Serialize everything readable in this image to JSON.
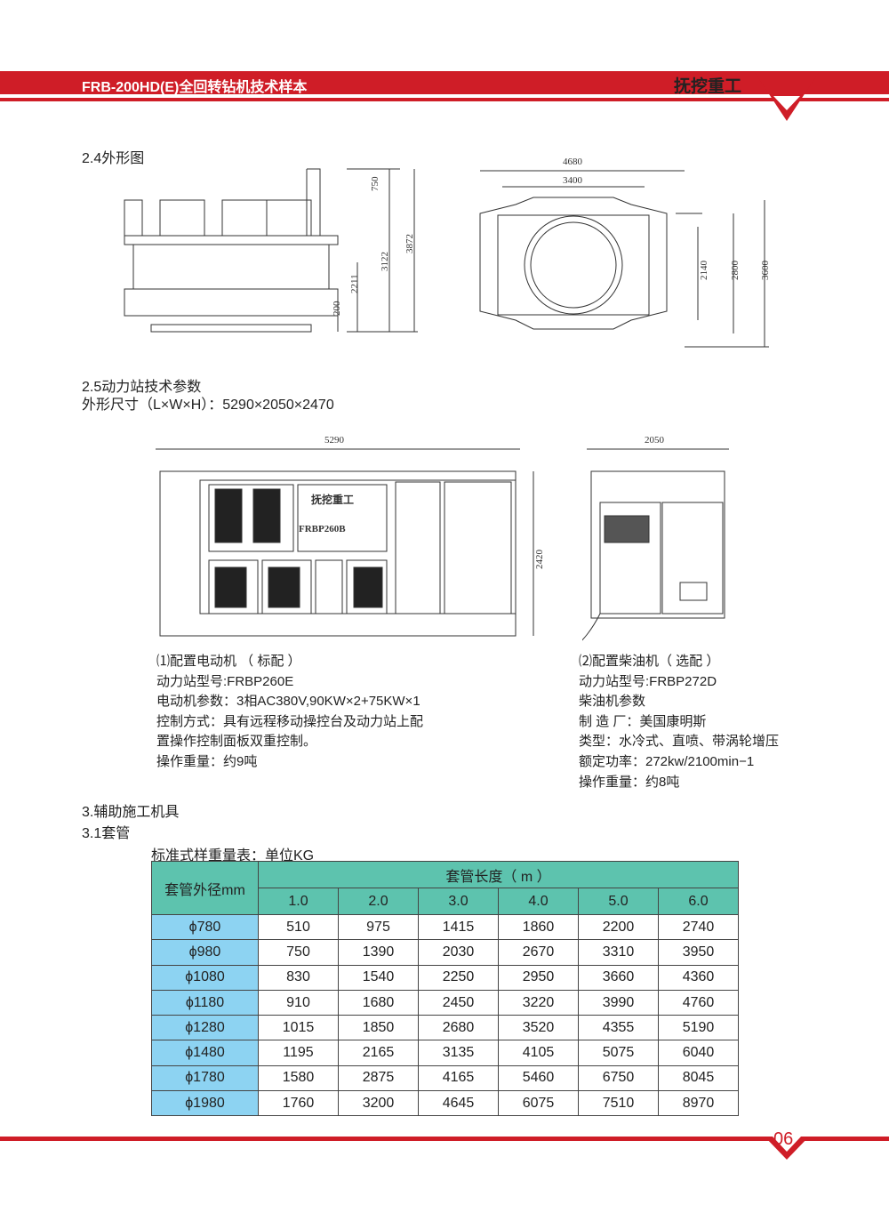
{
  "header": {
    "title": "FRB-200HD(E)全回转钻机技术样本",
    "logo": "抚挖重工"
  },
  "s24": {
    "title": "2.4外形图",
    "dims_side": [
      "750",
      "3122",
      "3872",
      "2211",
      "200"
    ],
    "dims_top": [
      "4680",
      "3400",
      "2140",
      "2800",
      "3600"
    ]
  },
  "s25": {
    "title": "2.5动力站技术参数",
    "size": "外形尺寸（L×W×H）：5290×2050×2470",
    "dims": [
      "5290",
      "2420",
      "2050"
    ],
    "panel_logo": "抚挖重工",
    "panel_model": "FRBP260B"
  },
  "electric": {
    "lines": [
      "⑴配置电动机 （ 标配 ）",
      "动力站型号:FRBP260E",
      "电动机参数：3相AC380V,90KW×2+75KW×1",
      "控制方式：具有远程移动操控台及动力站上配",
      "置操作控制面板双重控制。",
      "操作重量：约9吨"
    ]
  },
  "diesel": {
    "lines": [
      "⑵配置柴油机（ 选配 ）",
      "动力站型号:FRBP272D",
      "柴油机参数",
      "制  造  厂：美国康明斯",
      "类型：水冷式、直喷、带涡轮增压",
      "额定功率：272kw/2100min−1",
      "操作重量：约8吨"
    ]
  },
  "s3": {
    "title": "3.辅助施工机具",
    "sub": "3.1套管",
    "caption": "标准式样重量表：单位KG"
  },
  "table": {
    "col0": "套管外径mm",
    "group": "套管长度（ m ）",
    "cols": [
      "1.0",
      "2.0",
      "3.0",
      "4.0",
      "5.0",
      "6.0"
    ],
    "rows": [
      {
        "d": "ϕ780",
        "v": [
          "510",
          "975",
          "1415",
          "1860",
          "2200",
          "2740"
        ]
      },
      {
        "d": "ϕ980",
        "v": [
          "750",
          "1390",
          "2030",
          "2670",
          "3310",
          "3950"
        ]
      },
      {
        "d": "ϕ1080",
        "v": [
          "830",
          "1540",
          "2250",
          "2950",
          "3660",
          "4360"
        ]
      },
      {
        "d": "ϕ1180",
        "v": [
          "910",
          "1680",
          "2450",
          "3220",
          "3990",
          "4760"
        ]
      },
      {
        "d": "ϕ1280",
        "v": [
          "1015",
          "1850",
          "2680",
          "3520",
          "4355",
          "5190"
        ]
      },
      {
        "d": "ϕ1480",
        "v": [
          "1195",
          "2165",
          "3135",
          "4105",
          "5075",
          "6040"
        ]
      },
      {
        "d": "ϕ1780",
        "v": [
          "1580",
          "2875",
          "4165",
          "5460",
          "6750",
          "8045"
        ]
      },
      {
        "d": "ϕ1980",
        "v": [
          "1760",
          "3200",
          "4645",
          "6075",
          "7510",
          "8970"
        ]
      }
    ]
  },
  "footer": {
    "page": "06"
  },
  "colors": {
    "red": "#cf1d27",
    "teal": "#5dc3ae",
    "blue": "#8dd3f2"
  }
}
